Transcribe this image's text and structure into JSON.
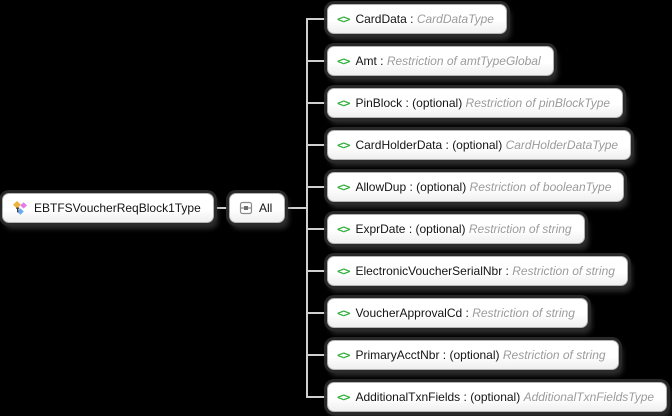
{
  "diagram": {
    "root_node": {
      "label": "EBTFSVoucherReqBlock1Type",
      "icon": "complex-type-icon"
    },
    "compositor_node": {
      "label": "All",
      "icon": "all-compositor-icon"
    },
    "element_icon": {
      "glyph": "<>",
      "color": "#2fae3a"
    },
    "elements": [
      {
        "name": "CardData",
        "sep": " : ",
        "optional": "",
        "type": "CardDataType"
      },
      {
        "name": "Amt",
        "sep": " : ",
        "optional": "",
        "type": "Restriction of amtTypeGlobal"
      },
      {
        "name": "PinBlock",
        "sep": " : ",
        "optional": "(optional) ",
        "type": "Restriction of pinBlockType"
      },
      {
        "name": "CardHolderData",
        "sep": " : ",
        "optional": "(optional) ",
        "type": "CardHolderDataType"
      },
      {
        "name": "AllowDup",
        "sep": " : ",
        "optional": "(optional) ",
        "type": "Restriction of booleanType"
      },
      {
        "name": "ExprDate",
        "sep": " : ",
        "optional": "(optional) ",
        "type": "Restriction of string"
      },
      {
        "name": "ElectronicVoucherSerialNbr",
        "sep": " : ",
        "optional": "",
        "type": "Restriction of string"
      },
      {
        "name": "VoucherApprovalCd",
        "sep": " : ",
        "optional": "",
        "type": "Restriction of string"
      },
      {
        "name": "PrimaryAcctNbr",
        "sep": " : ",
        "optional": "(optional) ",
        "type": "Restriction of string"
      },
      {
        "name": "AdditionalTxnFields",
        "sep": " : ",
        "optional": "(optional) ",
        "type": "AdditionalTxnFieldsType"
      }
    ],
    "colors": {
      "background": "#000000",
      "connector": "#cfcfcf",
      "box_fill": "#ffffff",
      "box_border": "#b3b3b3",
      "element_name": "#141414",
      "type_annotation": "#9b9b9b",
      "element_icon_green": "#2fae3a",
      "complex_icon_yellow": "#eeb33e",
      "complex_icon_pink": "#e57ae8",
      "complex_icon_blue": "#6aabf2"
    }
  }
}
